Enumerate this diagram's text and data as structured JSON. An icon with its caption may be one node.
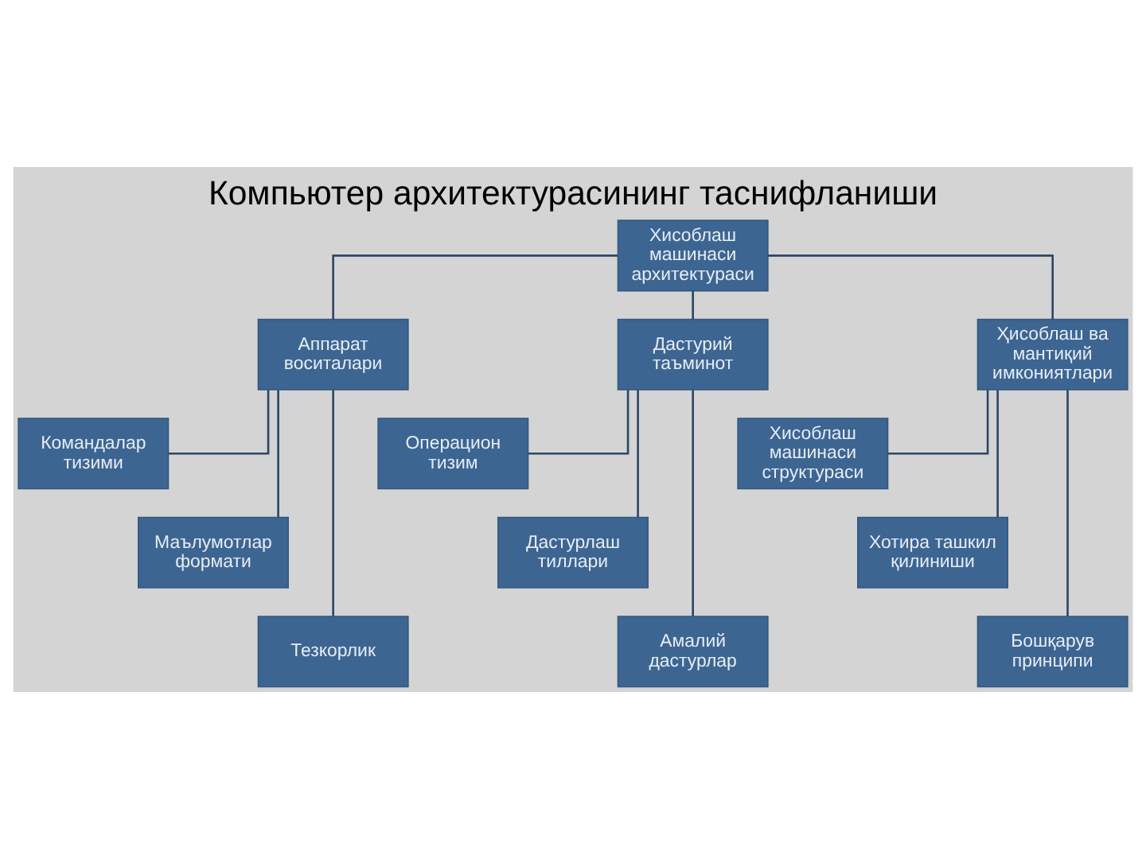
{
  "diagram": {
    "title": "Компьютер архитектурасининг таснифланиши",
    "nodes": [
      {
        "text": [
          "Хисоблаш машинаси архитектураси"
        ]
      },
      {
        "text": [
          "Аппарат воситалари"
        ]
      },
      {
        "text": [
          "Дастурий таъминот"
        ]
      },
      {
        "text": [
          "Ҳисоблаш ва мантиқий имкониятлари"
        ]
      },
      {
        "text": [
          "Командалар тизими"
        ]
      },
      {
        "text": [
          "Операцион тизим"
        ]
      },
      {
        "text": [
          "Хисоблаш машинаси структураси"
        ]
      },
      {
        "text": [
          "Маълумотлар формати"
        ]
      },
      {
        "text": [
          "Дастурлаш тиллари"
        ]
      },
      {
        "text": [
          "Хотира ташкил қилиниши"
        ]
      },
      {
        "text": [
          "Тезкорлик"
        ]
      },
      {
        "text": [
          "Амалий дастурлар"
        ]
      },
      {
        "text": [
          "Бошқарув принципи"
        ]
      }
    ],
    "edges": [
      {
        "from": 0,
        "to": 1,
        "arrow": "none"
      },
      {
        "from": 0,
        "to": 2,
        "arrow": "none"
      },
      {
        "from": 0,
        "to": 3,
        "arrow": "none"
      },
      {
        "from": 1,
        "to": 4,
        "arrow": "none"
      },
      {
        "from": 1,
        "to": 7,
        "arrow": "none"
      },
      {
        "from": 1,
        "to": 10,
        "arrow": "none"
      },
      {
        "from": 2,
        "to": 5,
        "arrow": "none"
      },
      {
        "from": 2,
        "to": 8,
        "arrow": "none"
      },
      {
        "from": 2,
        "to": 11,
        "arrow": "none"
      },
      {
        "from": 3,
        "to": 6,
        "arrow": "none"
      },
      {
        "from": 3,
        "to": 9,
        "arrow": "none"
      },
      {
        "from": 3,
        "to": 12,
        "arrow": "none"
      }
    ]
  }
}
